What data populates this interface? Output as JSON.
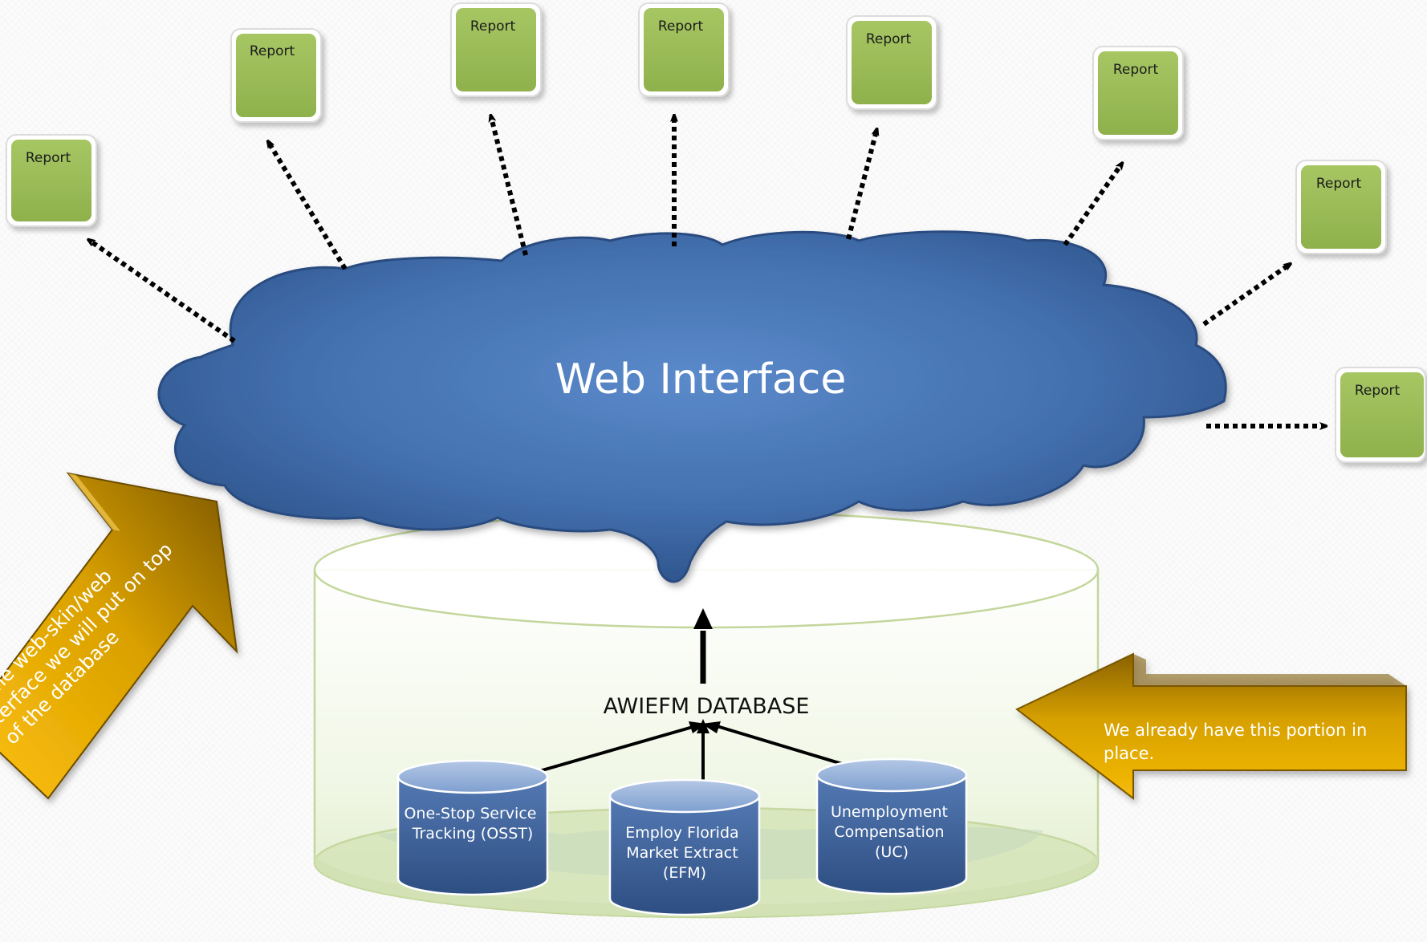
{
  "diagram": {
    "cloud_label": "Web Interface",
    "report_label": "Report",
    "reports": [
      {
        "label": "Report"
      },
      {
        "label": "Report"
      },
      {
        "label": "Report"
      },
      {
        "label": "Report"
      },
      {
        "label": "Report"
      },
      {
        "label": "Report"
      },
      {
        "label": "Report"
      },
      {
        "label": "Report"
      }
    ],
    "database_label": "AWIEFM DATABASE",
    "sources": [
      {
        "lines": [
          "One-Stop Service",
          "Tracking (OSST)"
        ]
      },
      {
        "lines": [
          "Employ Florida",
          "Market Extract",
          "(EFM)"
        ]
      },
      {
        "lines": [
          "Unemployment",
          "Compensation",
          "(UC)"
        ]
      }
    ],
    "left_callout_lines": [
      "The web-skin/web",
      "interface we will put on top",
      "of the database"
    ],
    "right_callout_lines": [
      "We already have this portion in",
      "place."
    ]
  },
  "colors": {
    "cloud_light": "#4f81bd",
    "cloud_dark": "#2f5790",
    "report_green": "#9bbb59",
    "report_green_dark": "#7d9a3f",
    "database_fill": "#eef5e2",
    "database_border": "#c3d69b",
    "cylinder_blue": "#4a6fa8",
    "callout_gold": "#d9a400",
    "callout_dark": "#8a6500",
    "arrow": "#000000",
    "white_text": "#ffffff"
  }
}
